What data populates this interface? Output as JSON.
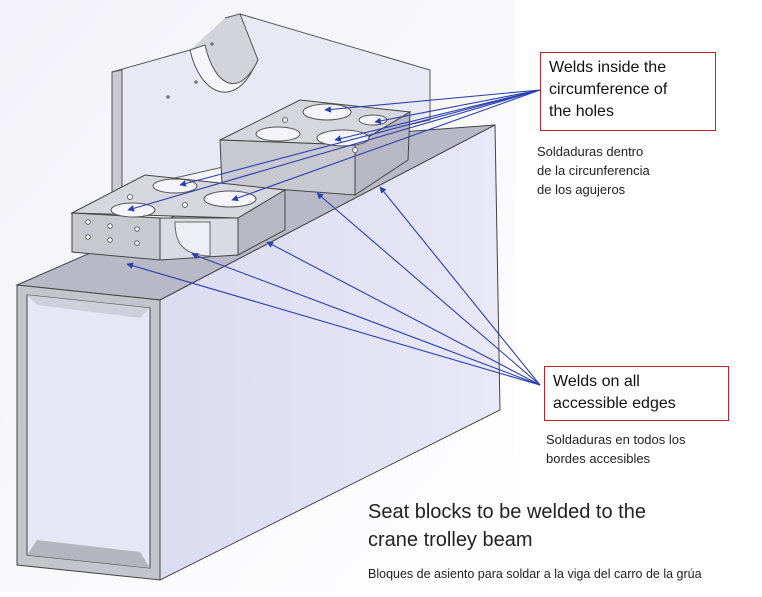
{
  "callouts": {
    "holes": {
      "lines": [
        "Welds inside the",
        "circumference of",
        "the holes"
      ]
    },
    "edges": {
      "lines": [
        "Welds on all",
        "accessible edges"
      ]
    }
  },
  "notes": {
    "holes_es": [
      "Soldaduras dentro",
      "de la circunferencia",
      "de los agujeros"
    ],
    "edges_es": [
      "Soldaduras en todos los",
      "bordes accesibles"
    ]
  },
  "caption": {
    "title_lines": [
      "Seat blocks to be welded to the",
      "crane trolley beam"
    ],
    "subtitle": "Bloques de asiento para soldar a la viga del carro de la grúa"
  },
  "colors": {
    "arrow": "#2a3fb0",
    "callout_border": "#c0222a",
    "background_tint": "#eaeaf6"
  }
}
